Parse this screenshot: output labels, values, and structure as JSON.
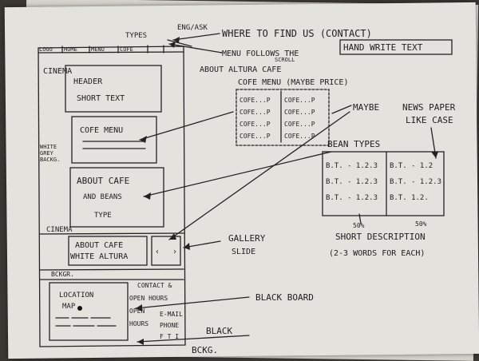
{
  "top_bar": {
    "logo": "LOGO",
    "home": "HOME",
    "menu": "MENU",
    "cofe": "COFE",
    "types_label": "TYPES",
    "eng_ask": "ENG/ASK"
  },
  "annotations": {
    "where_to_find": "WHERE TO FIND US (CONTACT)",
    "hand_write": "HAND WRITE TEXT",
    "menu_follows": "MENU FOLLOWS THE",
    "scroll": "SCROLL",
    "about_altura": "ABOUT ALTURA CAFE",
    "cofe_menu_maybe": "COFE MENU (MAYBE PRICE)",
    "maybe": "MAYBE",
    "newspaper": "NEWS PAPER",
    "like_case": "LIKE CASE",
    "bean_types": "BEAN TYPES",
    "pct_left": "50%",
    "pct_right": "50%",
    "short_desc": "SHORT DESCRIPTION",
    "words_each": "(2-3 WORDS FOR EACH)",
    "gallery": "GALLERY",
    "slide": "SLIDE",
    "blackboard": "BLACK BOARD",
    "black": "BLACK",
    "bckg": "BCKG."
  },
  "sections": {
    "cinema_1": "CINEMA",
    "header": "HEADER",
    "short_text": "SHORT TEXT",
    "white": "WHITE",
    "grey": "GREY",
    "backg": "BACKG.",
    "cofe_menu": "COFE MENU",
    "about_cafe": "ABOUT CAFE",
    "and_beans": "AND BEANS",
    "type": "TYPE",
    "cinema_2": "CINEMA",
    "about_cafe_2": "ABOUT CAFE",
    "white_altura": "WHITE ALTURA",
    "bckgr": "BCKGR.",
    "location": "LOCATION",
    "map": "MAP",
    "contact": "CONTACT &",
    "open_hours_1": "OPEN HOURS",
    "open": "OPEN",
    "hours": "HOURS",
    "email": "E-MAIL",
    "phone": "PHONE",
    "social": "F T I"
  },
  "menu_items": {
    "left": [
      "COFE...P",
      "COFE...P",
      "COFE...P",
      "COFE...P"
    ],
    "right": [
      "COFE...P",
      "COFE...P",
      "COFE...P",
      "COFE...P"
    ]
  },
  "bean_items": {
    "left": [
      "B.T. - 1.2.3",
      "B.T. - 1.2.3",
      "B.T. - 1.2.3"
    ],
    "right": [
      "B.T. - 1.2",
      "B.T. - 1.2.3",
      "B.T. 1.2."
    ]
  }
}
